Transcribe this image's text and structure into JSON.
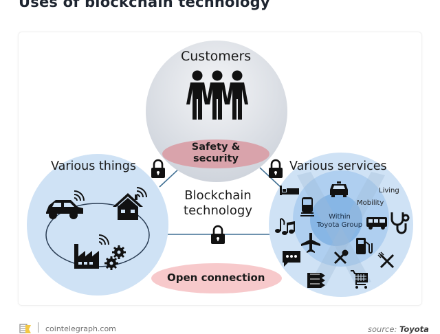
{
  "title": "Uses of blockchain technology",
  "diagram": {
    "customers_label": "Customers",
    "safety_label_line1": "Safety &",
    "safety_label_line2": "security",
    "things_label": "Various things",
    "services_label": "Various services",
    "center_label_line1": "Blockchain",
    "center_label_line2": "technology",
    "open_connection_label": "Open connection",
    "ring_outer_label": "Living",
    "ring_middle_label": "Mobility",
    "ring_inner_line1": "Within",
    "ring_inner_line2": "Toyota Group",
    "things_icons": [
      "car-icon",
      "house-icon",
      "factory-icon",
      "gears-icon",
      "wifi-icon"
    ],
    "services_icons": [
      "bed-icon",
      "taxi-icon",
      "train-icon",
      "bus-icon",
      "stethoscope-icon",
      "music-icon",
      "airplane-icon",
      "fuel-pump-icon",
      "tools-icon",
      "fork-knife-icon",
      "chat-icon",
      "books-icon",
      "shopping-cart-icon"
    ],
    "colors": {
      "circle_blue": "#cfe2f5",
      "circle_gray": "#dfe3ea",
      "pink_ellipse": "#d9a3ab",
      "open_connection": "#f7c9cb",
      "line": "#3f6f93",
      "ring_mid": "#a9cbee",
      "ring_inner": "#7aaee2"
    }
  },
  "footer": {
    "domain": "cointelegraph.com",
    "source_prefix": "source:",
    "source_name": "Toyota"
  }
}
